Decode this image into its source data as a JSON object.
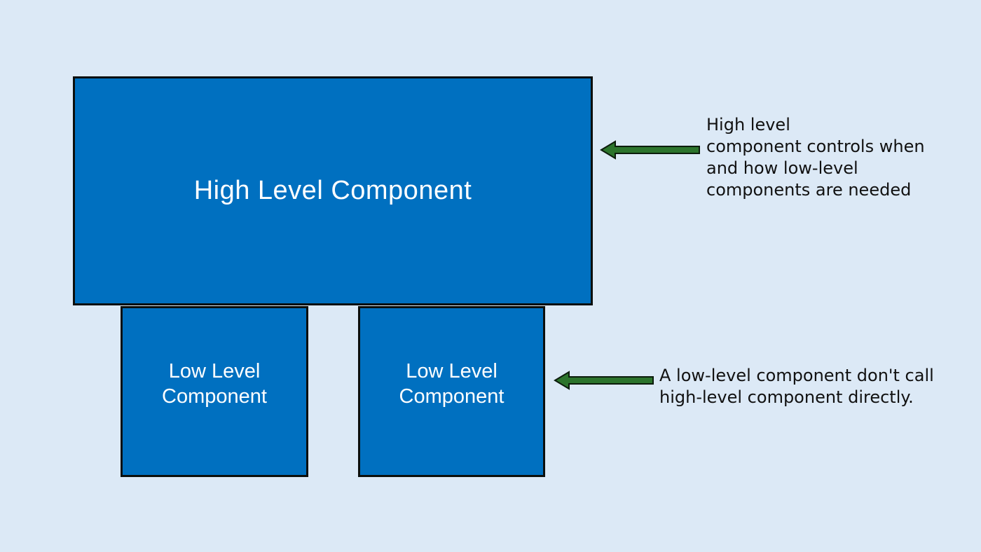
{
  "diagram": {
    "high_box": {
      "label": "High Level Component"
    },
    "low_box_left": {
      "lines": [
        "Low Level",
        "Component"
      ]
    },
    "low_box_right": {
      "lines": [
        "Low Level",
        "Component"
      ]
    },
    "annotation_high": {
      "lines": [
        "High level",
        "component controls when",
        "and how low-level",
        "components are needed"
      ]
    },
    "annotation_low": {
      "lines": [
        "A low-level component don't call",
        "high-level component directly."
      ]
    },
    "colors": {
      "background": "#dce9f6",
      "box_fill": "#0070c0",
      "box_border": "#0c0f0c",
      "box_text": "#ffffff",
      "arrow_fill": "#2c742c",
      "arrow_stroke": "#0c1c0c",
      "annotation_text": "#111111"
    }
  }
}
